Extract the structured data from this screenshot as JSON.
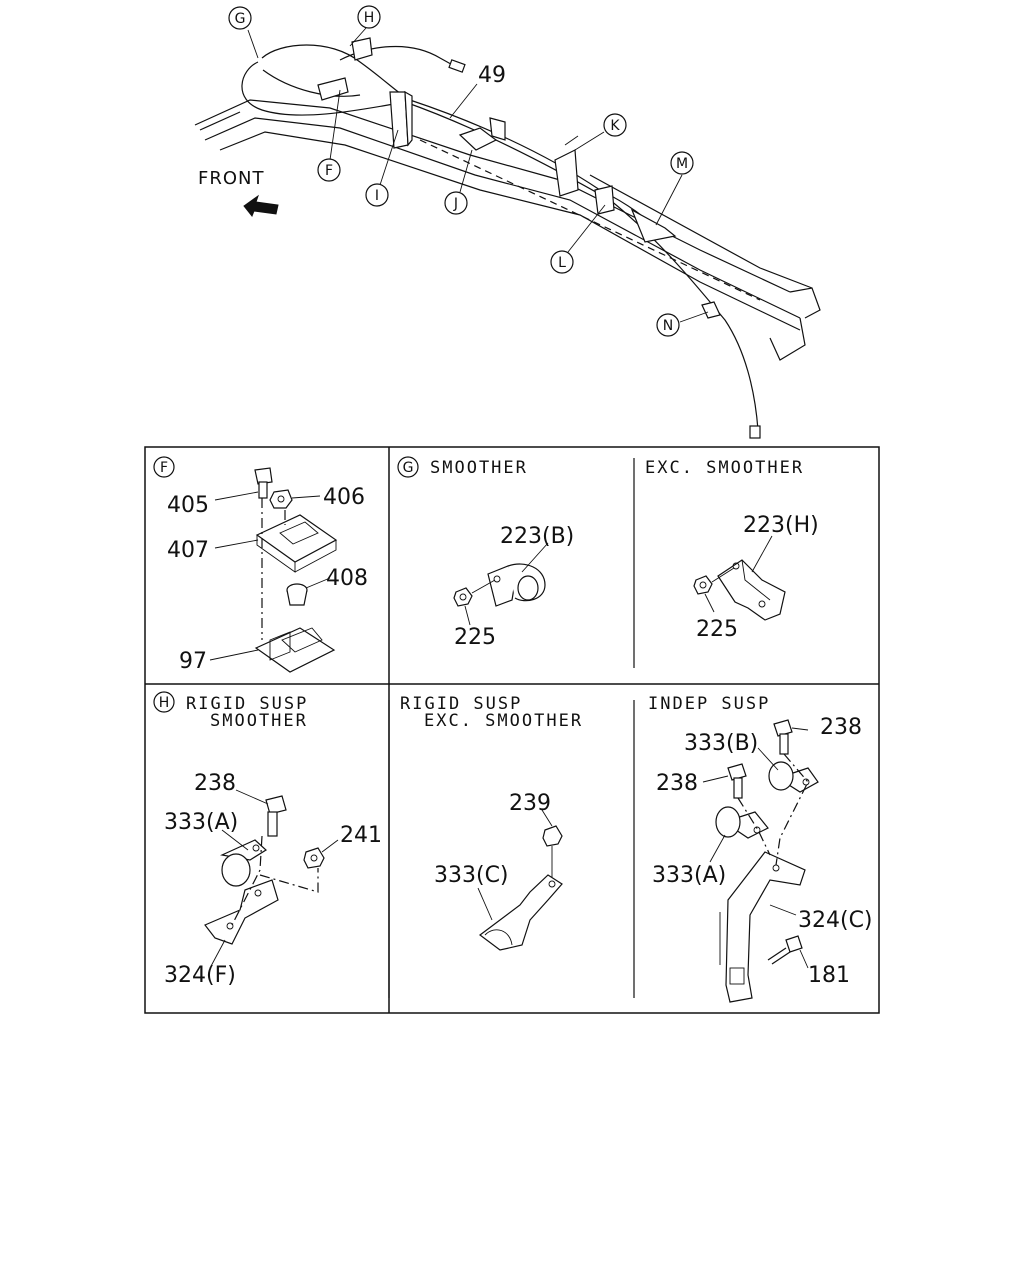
{
  "main": {
    "front_label": "FRONT",
    "callouts": {
      "g": "G",
      "h": "H",
      "f": "F",
      "i": "I",
      "j": "J",
      "k": "K",
      "l": "L",
      "m": "M",
      "n": "N"
    },
    "part_49": "49"
  },
  "panels": {
    "f": {
      "marker": "F",
      "labels": {
        "p405": "405",
        "p406": "406",
        "p407": "407",
        "p408": "408",
        "p97": "97"
      }
    },
    "g_smoother": {
      "marker": "G",
      "header": "SMOOTHER",
      "labels": {
        "p223b": "223(B)",
        "p225": "225"
      }
    },
    "g_exc_smoother": {
      "header": "EXC. SMOOTHER",
      "labels": {
        "p223h": "223(H)",
        "p225": "225"
      }
    },
    "h_rigid_smoother": {
      "marker": "H",
      "header_line1": "RIGID SUSP",
      "header_line2": "SMOOTHER",
      "labels": {
        "p238": "238",
        "p333a": "333(A)",
        "p241": "241",
        "p324f": "324(F)"
      }
    },
    "h_rigid_exc": {
      "header_line1": "RIGID SUSP",
      "header_line2": "EXC. SMOOTHER",
      "labels": {
        "p239": "239",
        "p333c": "333(C)"
      }
    },
    "h_indep": {
      "header": "INDEP SUSP",
      "labels": {
        "p238a": "238",
        "p333b": "333(B)",
        "p238b": "238",
        "p333a": "333(A)",
        "p324c": "324(C)",
        "p181": "181"
      }
    }
  }
}
